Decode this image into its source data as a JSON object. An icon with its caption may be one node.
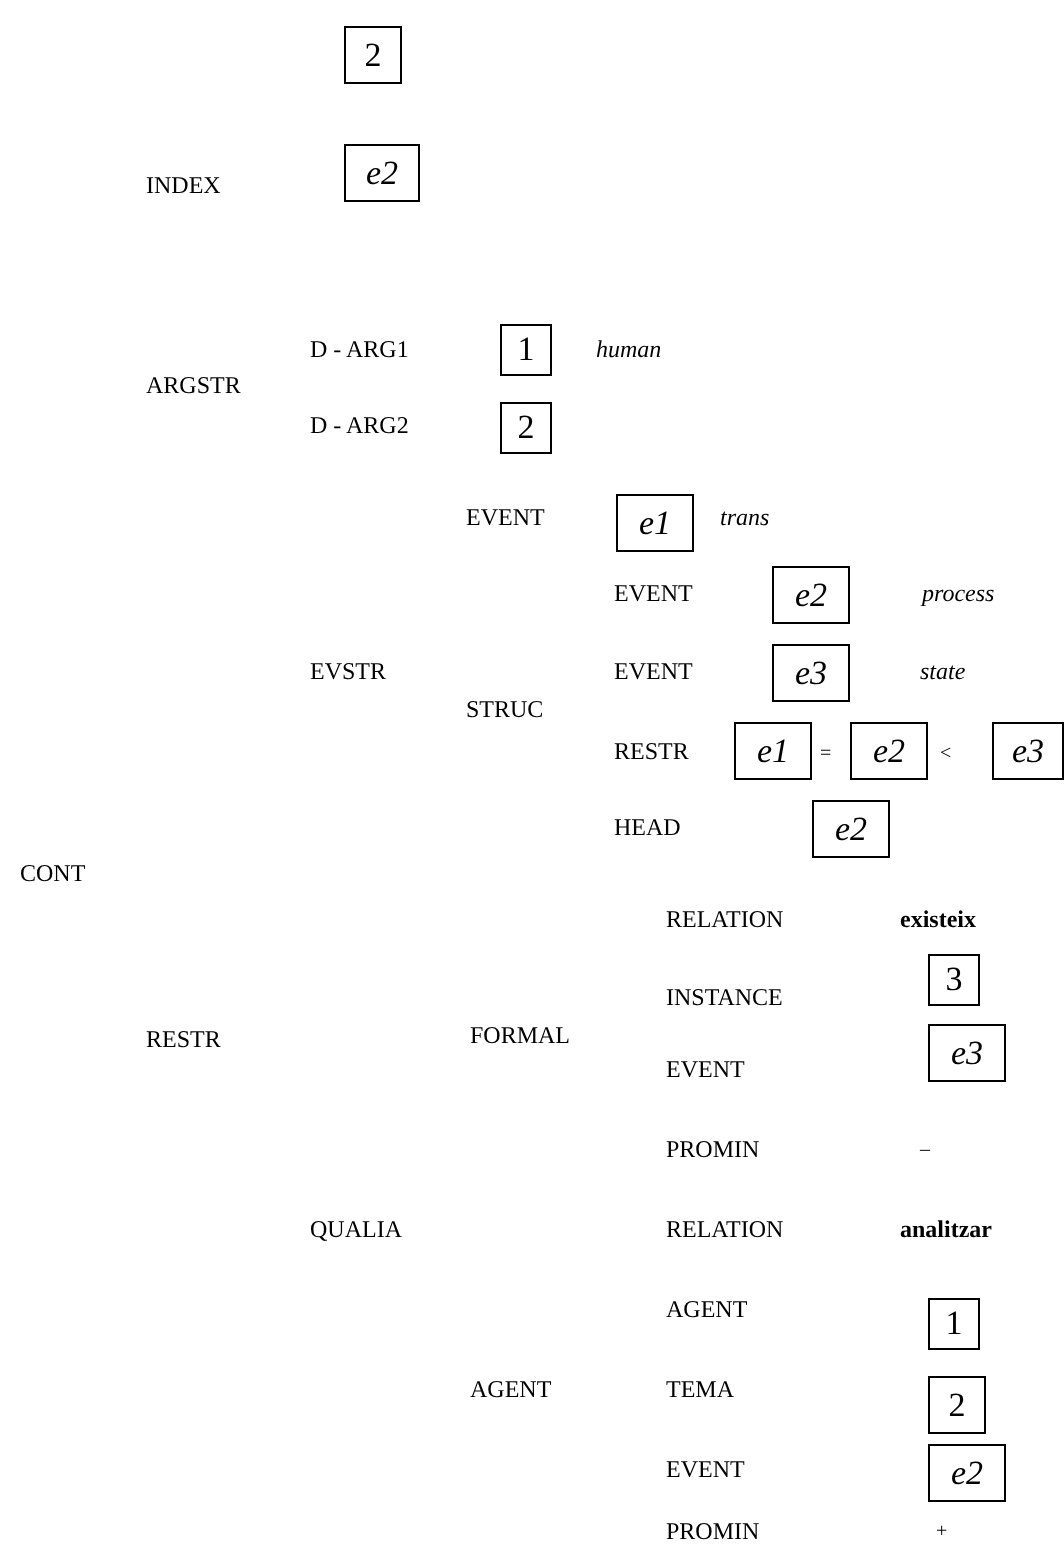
{
  "diagram": {
    "nodes": [
      {
        "text": [
          "2"
        ]
      },
      {
        "text": [
          "e2"
        ]
      },
      {
        "text": [
          "1"
        ]
      },
      {
        "text": [
          "2"
        ]
      },
      {
        "text": [
          "e1"
        ]
      },
      {
        "text": [
          "e2"
        ]
      },
      {
        "text": [
          "e3"
        ]
      },
      {
        "text": [
          "e1"
        ]
      },
      {
        "text": [
          "e2"
        ]
      },
      {
        "text": [
          "e3"
        ]
      },
      {
        "text": [
          "e2"
        ]
      },
      {
        "text": [
          "3"
        ]
      },
      {
        "text": [
          "e3"
        ]
      },
      {
        "text": [
          "1"
        ]
      },
      {
        "text": [
          "2"
        ]
      },
      {
        "text": [
          "e2"
        ]
      }
    ],
    "labels": [
      "INDEX",
      "ARGSTR",
      "D - ARG1",
      "human",
      "D - ARG2",
      "EVENT",
      "trans",
      "EVENT",
      "process",
      "EVSTR",
      "EVENT",
      "state",
      "STRUC",
      "RESTR",
      "=",
      "<",
      "HEAD",
      "CONT",
      "RELATION",
      "existeix",
      "INSTANCE",
      "RESTR",
      "FORMAL",
      "EVENT",
      "PROMIN",
      "–",
      "QUALIA",
      "RELATION",
      "analitzar",
      "AGENT",
      "AGENT",
      "TEMA",
      "EVENT",
      "PROMIN",
      "+"
    ]
  }
}
